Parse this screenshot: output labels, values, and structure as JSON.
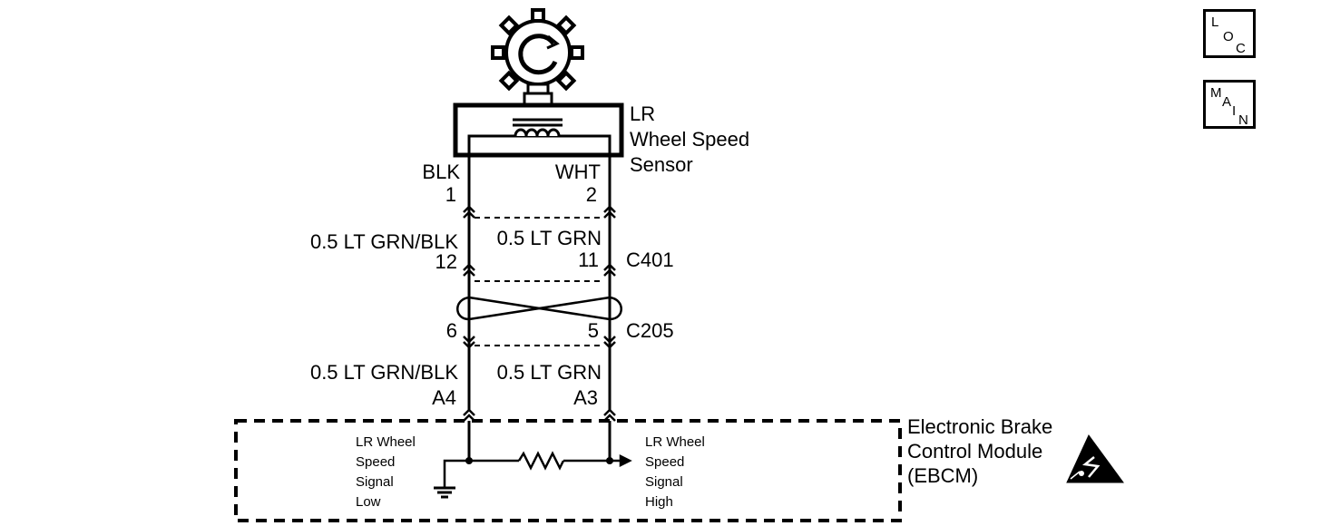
{
  "nav": {
    "loc": [
      "L",
      "O",
      "C"
    ],
    "main": [
      "M",
      "A",
      "I",
      "N"
    ]
  },
  "sensor": {
    "name_lines": [
      "LR",
      "Wheel Speed",
      "Sensor"
    ],
    "pin1_color": "BLK",
    "pin1_num": "1",
    "pin2_color": "WHT",
    "pin2_num": "2"
  },
  "harness_upper": {
    "left_wire": "0.5 LT GRN/BLK",
    "right_wire": "0.5 LT GRN",
    "left_pin": "12",
    "right_pin": "11",
    "connector": "C401"
  },
  "harness_lower": {
    "left_pin": "6",
    "right_pin": "5",
    "connector": "C205",
    "left_wire": "0.5 LT GRN/BLK",
    "right_wire": "0.5 LT GRN",
    "left_terminal": "A4",
    "right_terminal": "A3"
  },
  "ebcm": {
    "name_lines": [
      "Electronic Brake",
      "Control Module",
      "(EBCM)"
    ],
    "low_signal_lines": [
      "LR Wheel",
      "Speed",
      "Signal",
      "Low"
    ],
    "high_signal_lines": [
      "LR Wheel",
      "Speed",
      "Signal",
      "High"
    ]
  }
}
